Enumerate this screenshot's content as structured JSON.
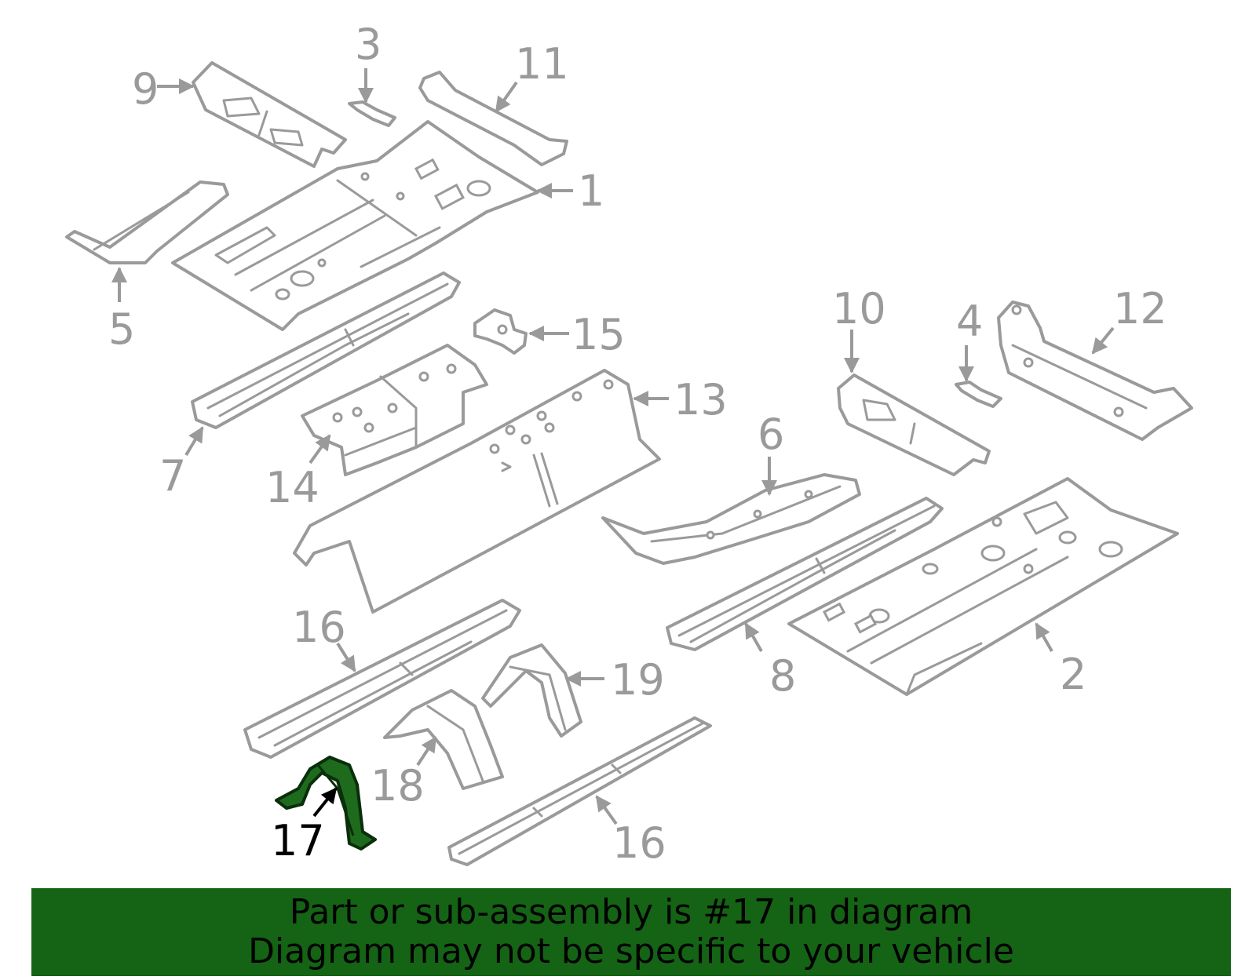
{
  "diagram": {
    "highlight_color": "#1e6b1e",
    "line_color": "#9a9a9a",
    "highlighted_part": "17",
    "callouts": [
      "1",
      "2",
      "3",
      "4",
      "5",
      "6",
      "7",
      "8",
      "9",
      "10",
      "11",
      "12",
      "13",
      "14",
      "15",
      "16",
      "16",
      "17",
      "18",
      "19"
    ]
  },
  "banner": {
    "background": "#156315",
    "line1": "Part or sub-assembly is #17 in diagram",
    "line2": "Diagram may not be specific to your vehicle"
  }
}
